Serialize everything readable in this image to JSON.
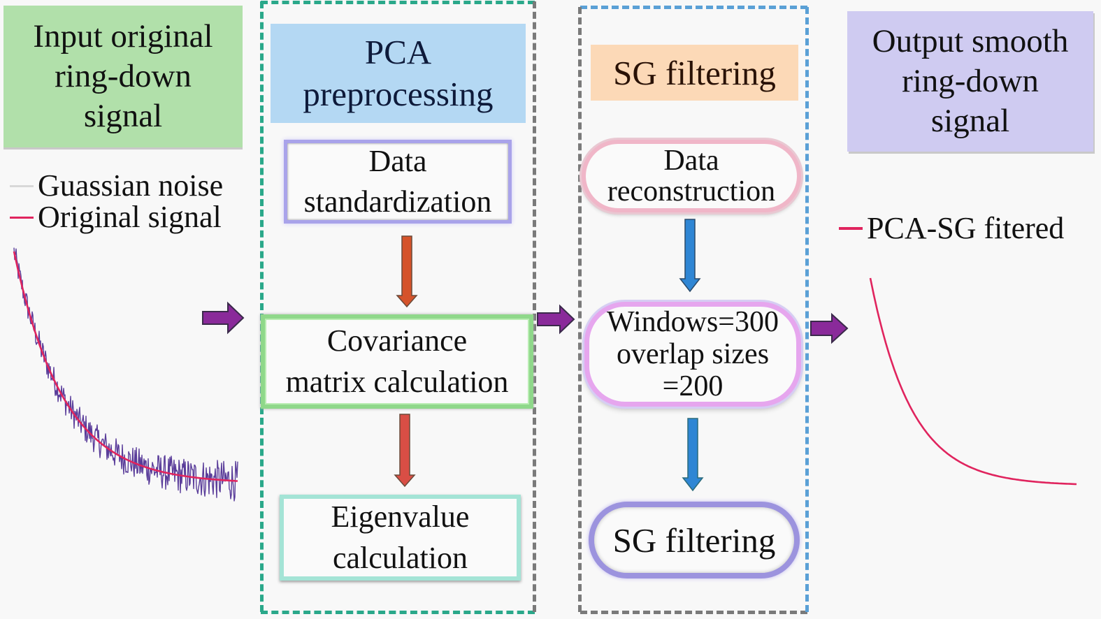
{
  "colors": {
    "input_box_bg": "#b1e0aa",
    "pca_box_bg": "#b4d8f3",
    "sg_box_bg": "#fcd9b7",
    "output_box_bg": "#cfcbf1",
    "pca_container_dash": "#2aa88a",
    "sg_container_dash": "#5aa0d6",
    "flow_arrow": "#8a2a9a",
    "pca_step_arrow": "#d5532a",
    "sg_step_arrow": "#2f86d4",
    "noise_color": "#5a3d9a",
    "signal_color": "#e0245e",
    "data_std_border": "#a9a3ea",
    "covariance_border": "#8fd88a",
    "eigen_border": "#a4e4d6",
    "reconstruction_border": "#f0b6c8",
    "windows_border": "#e6a6ee",
    "sg_final_border": "#9c93de"
  },
  "input": {
    "title_lines": [
      "Input original",
      "ring-down",
      "signal"
    ],
    "legend": [
      {
        "label": "Guassian noise",
        "swatch": "noise"
      },
      {
        "label": "Original signal",
        "swatch": "signal"
      }
    ]
  },
  "pca": {
    "header_lines": [
      "PCA",
      "preprocessing"
    ],
    "steps": [
      {
        "lines": [
          "Data",
          "standardization"
        ]
      },
      {
        "lines": [
          "Covariance",
          "matrix calculation"
        ]
      },
      {
        "lines": [
          "Eigenvalue",
          "calculation"
        ]
      }
    ]
  },
  "sg": {
    "header": "SG filtering",
    "steps": [
      {
        "lines": [
          "Data",
          "reconstruction"
        ]
      },
      {
        "lines": [
          "Windows=300",
          "overlap sizes",
          "=200"
        ]
      },
      {
        "lines": [
          "SG filtering"
        ]
      }
    ]
  },
  "output": {
    "title_lines": [
      "Output smooth",
      "ring-down",
      "signal"
    ],
    "legend": [
      {
        "label": "PCA-SG fitered",
        "swatch": "signal"
      }
    ]
  },
  "chart_data": [
    {
      "type": "line",
      "title": "Input original ring-down signal",
      "xlabel": "",
      "ylabel": "",
      "axes_visible": false,
      "series": [
        {
          "name": "Guassian noise",
          "model": "exponential_decay_plus_noise",
          "start": 1.0,
          "end": 0.1,
          "decay_rate": 4.5,
          "noise_amplitude": 0.08
        },
        {
          "name": "Original signal",
          "model": "exponential_decay",
          "start": 1.0,
          "end": 0.1,
          "decay_rate": 4.5
        }
      ],
      "x_range": [
        0,
        1
      ],
      "y_range": [
        0,
        1
      ]
    },
    {
      "type": "line",
      "title": "Output smooth ring-down signal",
      "xlabel": "",
      "ylabel": "",
      "axes_visible": false,
      "series": [
        {
          "name": "PCA-SG fitered",
          "model": "exponential_decay",
          "start": 1.0,
          "end": 0.0,
          "decay_rate": 5.0
        }
      ],
      "x_range": [
        0,
        1
      ],
      "y_range": [
        0,
        1
      ]
    }
  ]
}
